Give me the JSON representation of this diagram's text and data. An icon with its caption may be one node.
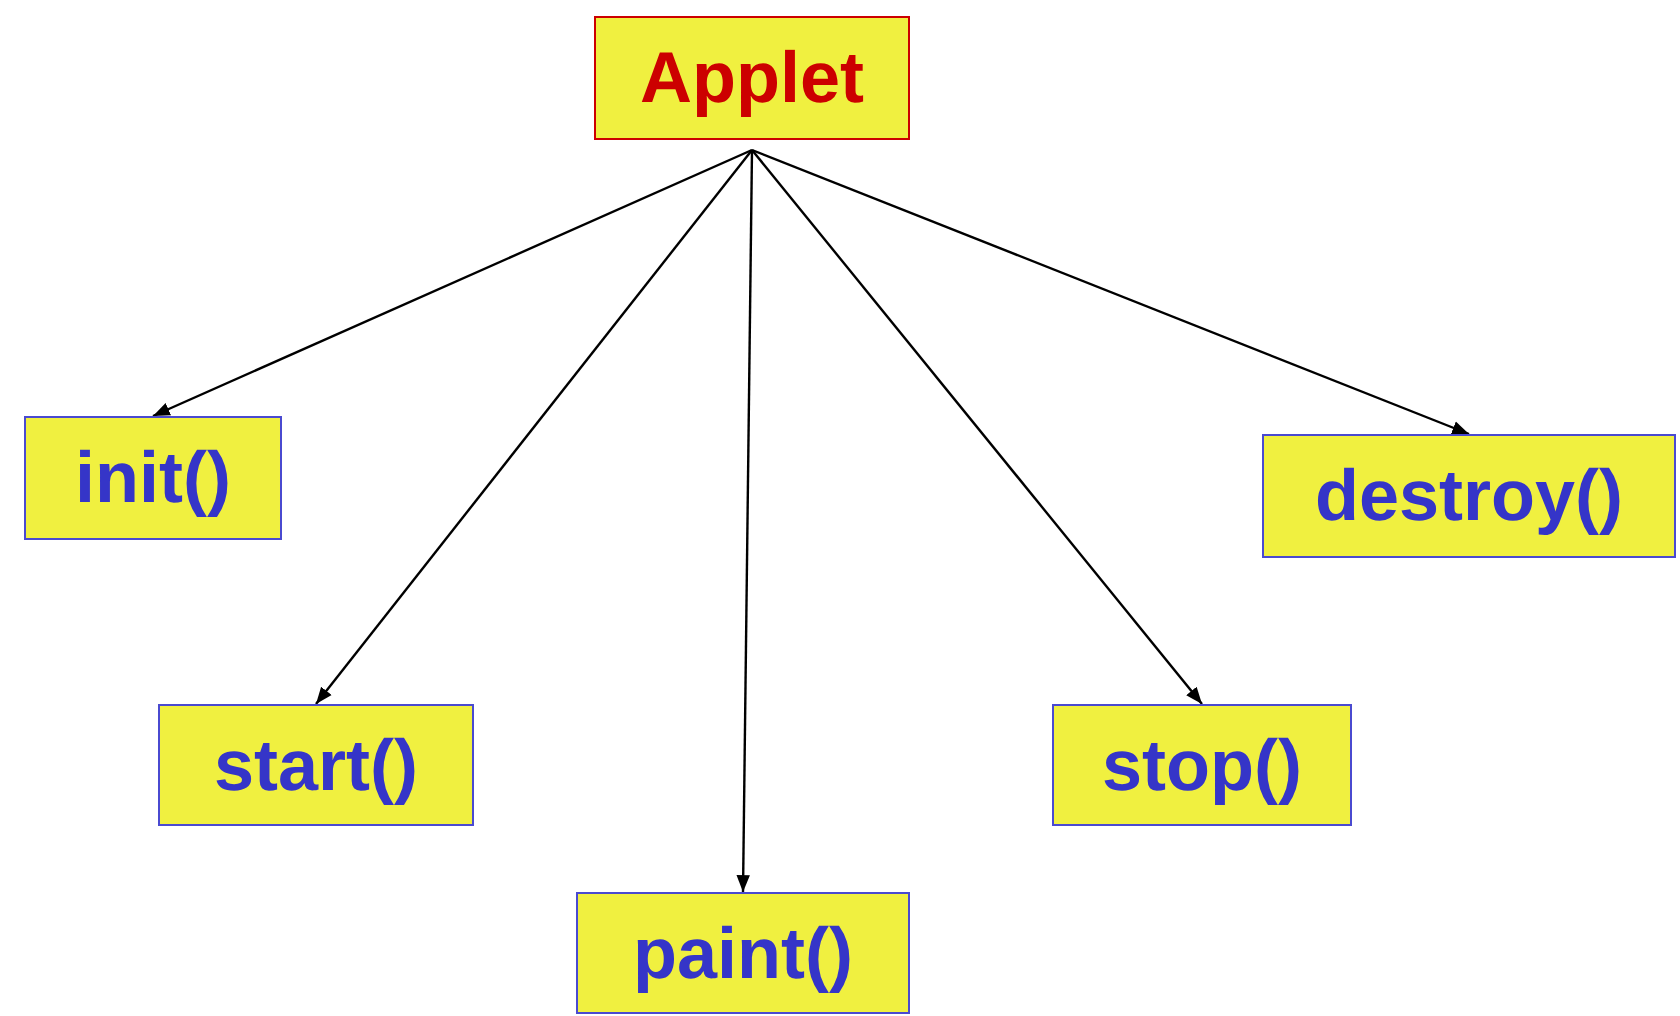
{
  "diagram": {
    "nodes": [
      {
        "text": [
          "Applet"
        ]
      },
      {
        "text": [
          "init()"
        ]
      },
      {
        "text": [
          "destroy()"
        ]
      },
      {
        "text": [
          "start()"
        ]
      },
      {
        "text": [
          "stop()"
        ]
      },
      {
        "text": [
          "paint()"
        ]
      }
    ],
    "edges": [
      {
        "from": 0,
        "to": 1,
        "arrow": "to"
      },
      {
        "from": 0,
        "to": 3,
        "arrow": "to"
      },
      {
        "from": 0,
        "to": 5,
        "arrow": "to"
      },
      {
        "from": 0,
        "to": 4,
        "arrow": "to"
      },
      {
        "from": 0,
        "to": 2,
        "arrow": "to"
      }
    ]
  }
}
